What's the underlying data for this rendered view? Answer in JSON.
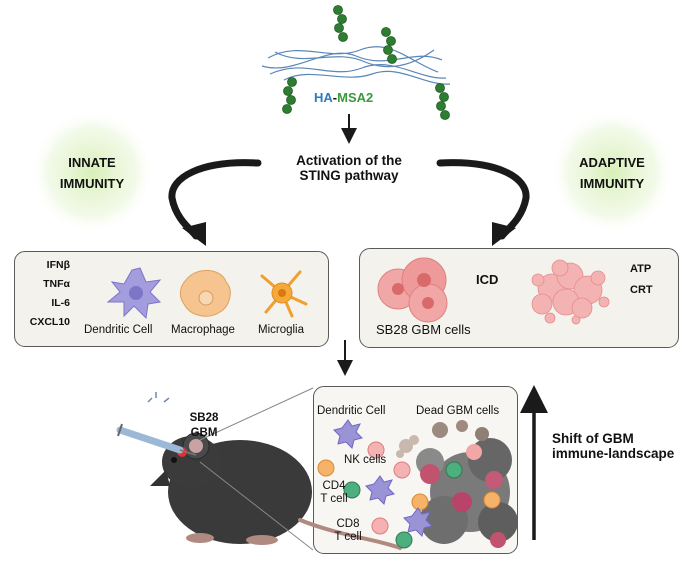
{
  "title_group": {
    "ha": "HA",
    "dash": "-",
    "msa2": "MSA2"
  },
  "activation": {
    "line1": "Activation of the",
    "line2": "STING pathway"
  },
  "innate": {
    "line1": "INNATE",
    "line2": "IMMUNITY"
  },
  "adaptive": {
    "line1": "ADAPTIVE",
    "line2": "IMMUNITY"
  },
  "cytokines": [
    "IFNβ",
    "TNFα",
    "IL-6",
    "CXCL10"
  ],
  "cells": {
    "dendritic": "Dendritic Cell",
    "macrophage": "Macrophage",
    "microglia": "Microglia"
  },
  "icd": "ICD",
  "gbm_cells": "SB28 GBM cells",
  "damps": [
    "ATP",
    "CRT"
  ],
  "mouse_label": {
    "line1": "SB28",
    "line2": "GBM"
  },
  "tme": {
    "dendritic": "Dendritic Cell",
    "dead": "Dead GBM cells",
    "nk": "NK cells",
    "cd4_line1": "CD4",
    "cd4_line2": "T cell",
    "cd8_line1": "CD8",
    "cd8_line2": "T cell"
  },
  "shift": {
    "line1": "Shift of GBM",
    "line2": "immune-landscape"
  },
  "colors": {
    "ha_blue": "#2b7bbf",
    "msa2_green": "#3a9a3a",
    "bead_green": "#2e7d32",
    "dendritic": "#9a93d6",
    "macrophage": "#f4c088",
    "microglia": "#f5a533",
    "gbm": "#ee9a9a",
    "panel": "#f3f2ec"
  }
}
